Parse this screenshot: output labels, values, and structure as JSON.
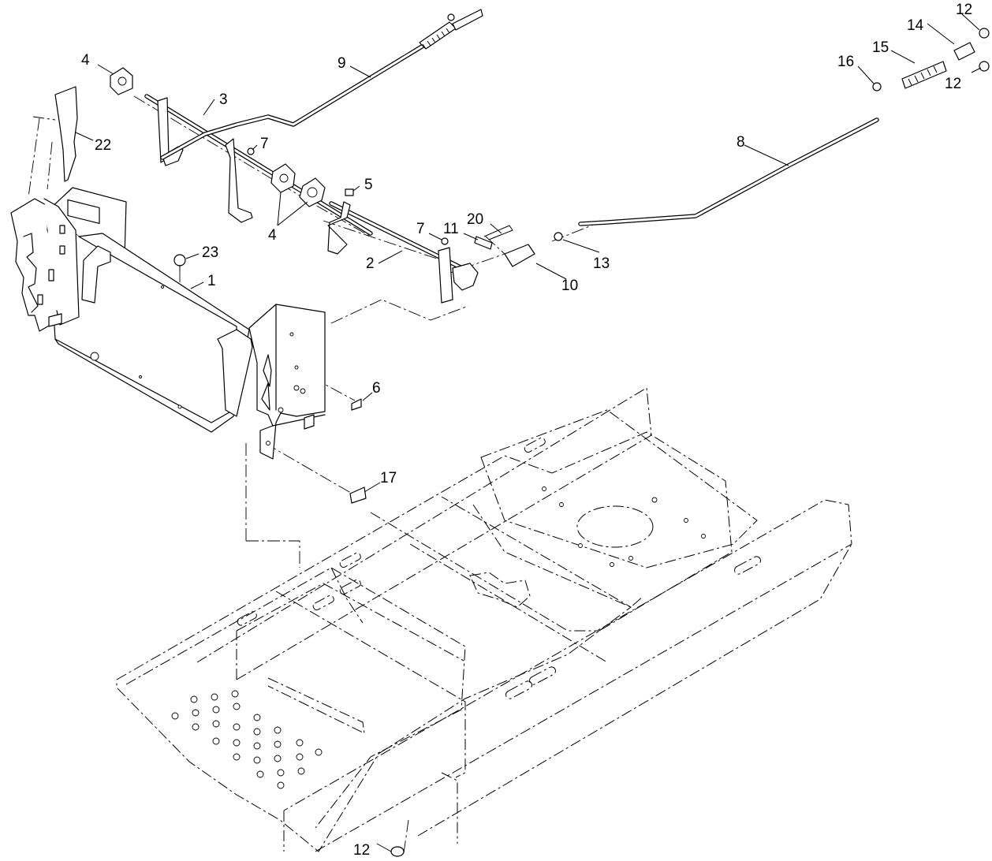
{
  "callouts": [
    {
      "id": "c1",
      "label": "1"
    },
    {
      "id": "c2",
      "label": "2"
    },
    {
      "id": "c3",
      "label": "3"
    },
    {
      "id": "c4a",
      "label": "4"
    },
    {
      "id": "c4b",
      "label": "4"
    },
    {
      "id": "c5",
      "label": "5"
    },
    {
      "id": "c6",
      "label": "6"
    },
    {
      "id": "c7a",
      "label": "7"
    },
    {
      "id": "c7b",
      "label": "7"
    },
    {
      "id": "c8",
      "label": "8"
    },
    {
      "id": "c9",
      "label": "9"
    },
    {
      "id": "c10",
      "label": "10"
    },
    {
      "id": "c11",
      "label": "11"
    },
    {
      "id": "c12a",
      "label": "12"
    },
    {
      "id": "c12b",
      "label": "12"
    },
    {
      "id": "c12c",
      "label": "12"
    },
    {
      "id": "c13",
      "label": "13"
    },
    {
      "id": "c14",
      "label": "14"
    },
    {
      "id": "c15",
      "label": "15"
    },
    {
      "id": "c16",
      "label": "16"
    },
    {
      "id": "c17",
      "label": "17"
    },
    {
      "id": "c20",
      "label": "20"
    },
    {
      "id": "c22",
      "label": "22"
    },
    {
      "id": "c23",
      "label": "23"
    }
  ]
}
